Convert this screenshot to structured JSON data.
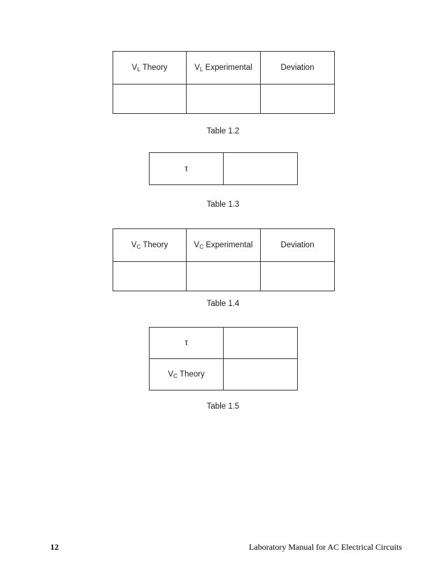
{
  "page": {
    "number": "12",
    "footer_title": "Laboratory Manual for AC Electrical Circuits"
  },
  "tables": [
    {
      "id": "table-1-2",
      "caption": "Table 1.2",
      "columns": 3,
      "header": [
        {
          "symbol": "V",
          "subscript": "L",
          "text": " Theory"
        },
        {
          "symbol": "V",
          "subscript": "L",
          "text": " Experimental"
        },
        {
          "symbol": "",
          "subscript": "",
          "text": "Deviation"
        }
      ],
      "rows": [
        [
          "",
          "",
          ""
        ]
      ]
    },
    {
      "id": "table-1-3",
      "caption": "Table 1.3",
      "columns": 2,
      "rows": [
        [
          "τ",
          ""
        ]
      ]
    },
    {
      "id": "table-1-4",
      "caption": "Table 1.4",
      "columns": 3,
      "header": [
        {
          "symbol": "V",
          "subscript": "C",
          "text": " Theory"
        },
        {
          "symbol": "V",
          "subscript": "C",
          "text": " Experimental"
        },
        {
          "symbol": "",
          "subscript": "",
          "text": "Deviation"
        }
      ],
      "rows": [
        [
          "",
          "",
          ""
        ]
      ]
    },
    {
      "id": "table-1-5",
      "caption": "Table 1.5",
      "columns": 2,
      "rows": [
        [
          "τ",
          ""
        ],
        [
          "V_C Theory",
          ""
        ]
      ]
    }
  ],
  "labels": {
    "t12_h1_sym": "V",
    "t12_h1_sub": "L",
    "t12_h1_txt": " Theory",
    "t12_h2_sym": "V",
    "t12_h2_sub": "L",
    "t12_h2_txt": " Experimental",
    "t12_h3_txt": "Deviation",
    "t13_r1_c1": "τ",
    "t14_h1_sym": "V",
    "t14_h1_sub": "C",
    "t14_h1_txt": " Theory",
    "t14_h2_sym": "V",
    "t14_h2_sub": "C",
    "t14_h2_txt": " Experimental",
    "t14_h3_txt": "Deviation",
    "t15_r1_c1": "τ",
    "t15_r2_sym": "V",
    "t15_r2_sub": "C",
    "t15_r2_txt": " Theory",
    "caption_12": "Table 1.2",
    "caption_13": "Table 1.3",
    "caption_14": "Table 1.4",
    "caption_15": "Table 1.5"
  },
  "colors": {
    "border": "#3c3c3c",
    "text": "#1a1a1a",
    "background": "#ffffff"
  }
}
